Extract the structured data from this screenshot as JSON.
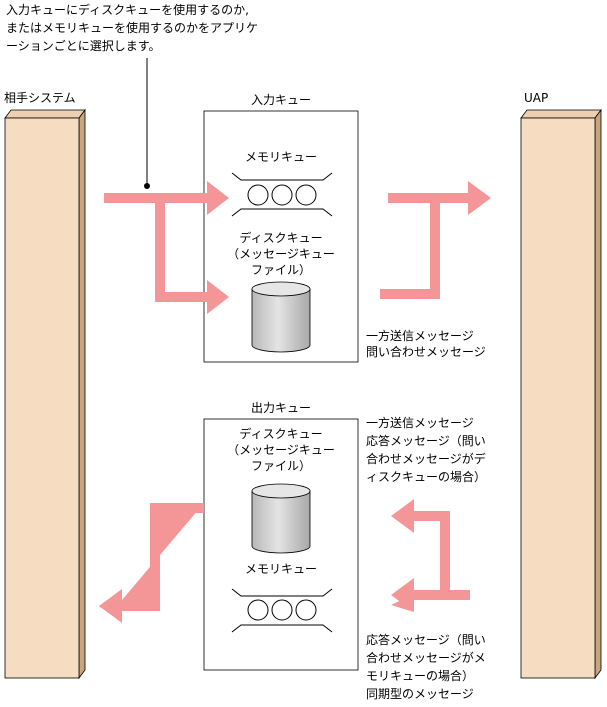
{
  "callout": {
    "line1": "入力キューにディスクキューを使用するのか,",
    "line2": "またはメモリキューを使用するのかをアプリケ",
    "line3": "ーションごとに選択します。"
  },
  "labels": {
    "partner_system": "相手システム",
    "uap": "UAP",
    "input_queue": "入力キュー",
    "output_queue": "出力キュー",
    "memory_queue": "メモリキュー",
    "disk_queue_line1": "ディスクキュー",
    "disk_queue_line2": "（メッセージキュー",
    "disk_queue_line3": "ファイル）"
  },
  "notes": {
    "input_messages": {
      "line1": "一方送信メッセージ",
      "line2": "問い合わせメッセージ"
    },
    "output_disk_messages": {
      "line1": "一方送信メッセージ",
      "line2": "応答メッセージ（問い",
      "line3": "合わせメッセージがデ",
      "line4": "ィスクキューの場合）"
    },
    "output_memory_messages": {
      "line1": "応答メッセージ（問い",
      "line2": "合わせメッセージがメ",
      "line3": "モリキューの場合）",
      "line4": "同期型のメッセージ"
    }
  },
  "colors": {
    "column_fill": "#f6dcc0",
    "column_side": "#c9a57e",
    "arrow": "#f49697",
    "cylinder_gray": "#cccccc"
  }
}
